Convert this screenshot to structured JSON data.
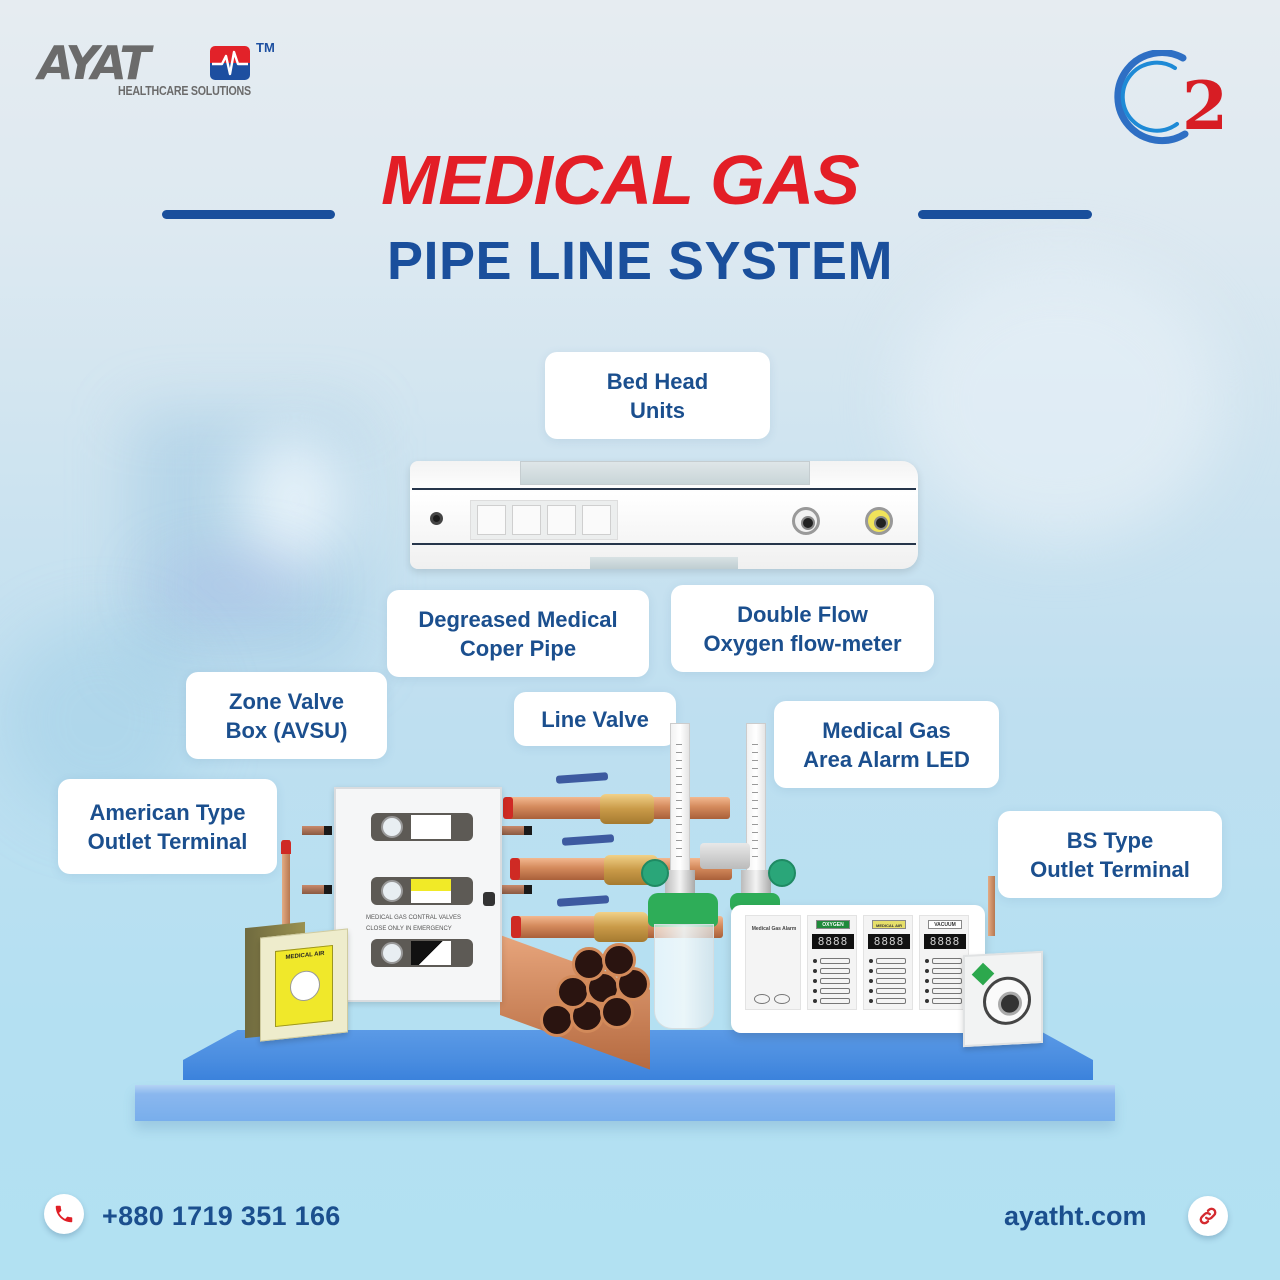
{
  "brand": {
    "logo_word": "AYAT",
    "logo_tm": "TM",
    "logo_tagline": "HEALTHCARE SOLUTIONS",
    "o2_mark": "2",
    "colors": {
      "brand_red": "#e31e26",
      "brand_blue": "#1a4f9c",
      "label_text": "#1b4f8e",
      "logo_gray": "#6b6b6b",
      "platform_blue": "#4a8de0"
    }
  },
  "header": {
    "title": "MEDICAL GAS",
    "subtitle": "PIPE LINE SYSTEM"
  },
  "labels": {
    "bed_head": {
      "line1": "Bed Head",
      "line2": "Units"
    },
    "copper_pipe": {
      "line1": "Degreased Medical",
      "line2": "Coper Pipe"
    },
    "flow_meter": {
      "line1": "Double Flow",
      "line2": "Oxygen flow-meter"
    },
    "zone_valve": {
      "line1": "Zone Valve",
      "line2": "Box (AVSU)"
    },
    "line_valve": {
      "line1": "Line Valve"
    },
    "alarm": {
      "line1": "Medical Gas",
      "line2": "Area Alarm LED"
    },
    "american_outlet": {
      "line1": "American Type",
      "line2": "Outlet Terminal"
    },
    "bs_outlet": {
      "line1": "BS Type",
      "line2": "Outlet Terminal"
    }
  },
  "products": {
    "zone_valve_box": {
      "caption_line1": "MEDICAL GAS CONTRAL VALVES",
      "caption_line2": "CLOSE ONLY IN EMERGENCY"
    },
    "alarm_panel": {
      "title": "Medical Gas Alarm",
      "channels": [
        {
          "name": "OXYGEN",
          "display": "8888",
          "tag_color": "#1f8a3a"
        },
        {
          "name": "MEDICAL AIR",
          "display": "8888",
          "tag_color": "#e6df6a"
        },
        {
          "name": "VACUUM",
          "display": "8888",
          "tag_color": "#ffffff"
        }
      ]
    },
    "american_outlet": {
      "face_label": "MEDICAL AIR"
    }
  },
  "footer": {
    "phone": "+880 1719 351 166",
    "website": "ayatht.com",
    "phone_icon": "phone-icon",
    "link_icon": "link-icon"
  }
}
